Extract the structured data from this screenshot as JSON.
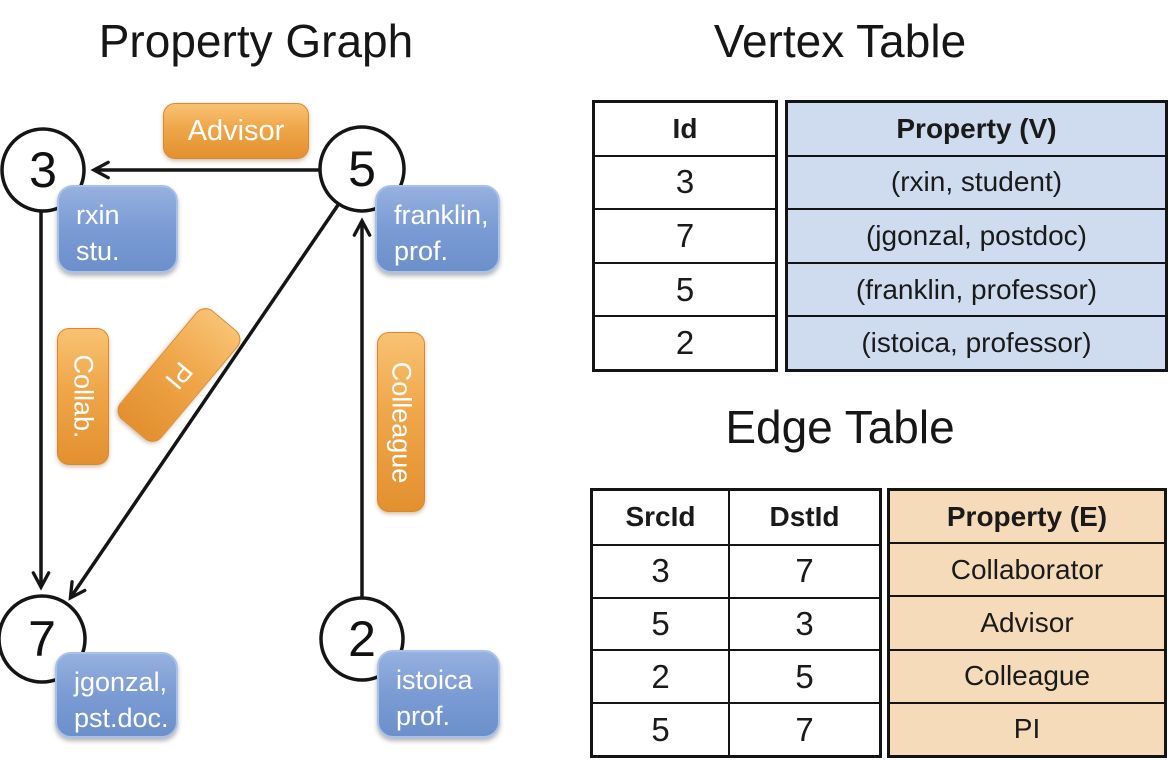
{
  "colors": {
    "edge_label_orange_top": "#F8C273",
    "edge_label_orange_bottom": "#E3902F",
    "vertex_box_blue_top": "#96B1DF",
    "vertex_box_blue_bottom": "#6C90CB",
    "vertex_table_fill": "#CFDCF0",
    "edge_table_fill": "#F5DBBA",
    "line_color": "#151515"
  },
  "graph": {
    "title": "Property Graph",
    "vertices": [
      {
        "id": "3",
        "label_line1": "rxin",
        "label_line2": "stu."
      },
      {
        "id": "5",
        "label_line1": "franklin,",
        "label_line2": "prof."
      },
      {
        "id": "7",
        "label_line1": "jgonzal,",
        "label_line2": "pst.doc."
      },
      {
        "id": "2",
        "label_line1": "istoica",
        "label_line2": "prof."
      }
    ],
    "edge_labels": {
      "advisor": "Advisor",
      "collab": "Collab.",
      "pi": "PI",
      "colleague": "Colleague"
    }
  },
  "vertex_table": {
    "title": "Vertex Table",
    "id_header": "Id",
    "property_header": "Property (V)",
    "rows": [
      {
        "id": "3",
        "property": "(rxin, student)"
      },
      {
        "id": "7",
        "property": "(jgonzal, postdoc)"
      },
      {
        "id": "5",
        "property": "(franklin, professor)"
      },
      {
        "id": "2",
        "property": "(istoica, professor)"
      }
    ]
  },
  "edge_table": {
    "title": "Edge Table",
    "src_header": "SrcId",
    "dst_header": "DstId",
    "property_header": "Property (E)",
    "rows": [
      {
        "src": "3",
        "dst": "7",
        "property": "Collaborator"
      },
      {
        "src": "5",
        "dst": "3",
        "property": "Advisor"
      },
      {
        "src": "2",
        "dst": "5",
        "property": "Colleague"
      },
      {
        "src": "5",
        "dst": "7",
        "property": "PI"
      }
    ]
  }
}
